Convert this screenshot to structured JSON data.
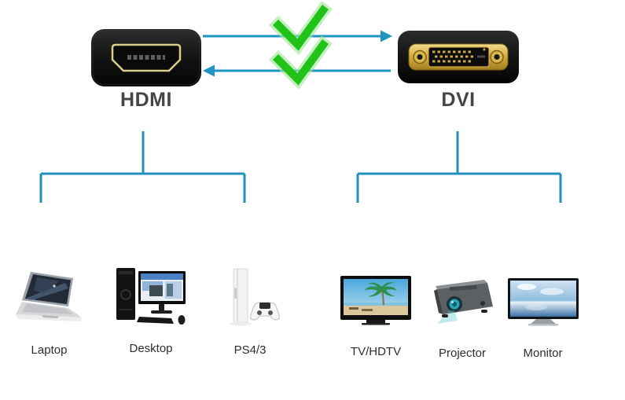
{
  "page": {
    "background": "#ffffff",
    "description": "HDMI to DVI bidirectional adapter compatibility diagram"
  },
  "colors": {
    "line_teal": "#2191ba",
    "arrow_teal": "#1e95bf",
    "check_green": "#21c318",
    "check_glow": "#a4e89c",
    "connector_black": "#161616",
    "port_gold": "#d9cd8a",
    "dvi_gold": "#d9b84a",
    "connector_label": "#454545",
    "device_label": "#2e2e2e"
  },
  "connectors": {
    "hdmi": {
      "label": "HDMI",
      "icon": "hdmi-port-icon"
    },
    "dvi": {
      "label": "DVI",
      "icon": "dvi-port-icon"
    }
  },
  "arrows": [
    {
      "name": "hdmi-to-dvi",
      "direction": "right",
      "status": "check"
    },
    {
      "name": "dvi-to-hdmi",
      "direction": "left",
      "status": "check"
    }
  ],
  "checkmarks": [
    {
      "icon": "check-icon",
      "over": "hdmi-to-dvi"
    },
    {
      "icon": "check-icon",
      "over": "dvi-to-hdmi"
    }
  ],
  "groups": [
    {
      "connector_label": "HDMI",
      "devices": [
        {
          "label": "Laptop",
          "icon": "laptop-icon"
        },
        {
          "label": "Desktop",
          "icon": "desktop-icon"
        },
        {
          "label": "PS4/3",
          "icon": "game-console-icon"
        }
      ]
    },
    {
      "connector_label": "DVI",
      "devices": [
        {
          "label": "TV/HDTV",
          "icon": "tv-icon"
        },
        {
          "label": "Projector",
          "icon": "projector-icon"
        },
        {
          "label": "Monitor",
          "icon": "monitor-icon"
        }
      ]
    }
  ]
}
